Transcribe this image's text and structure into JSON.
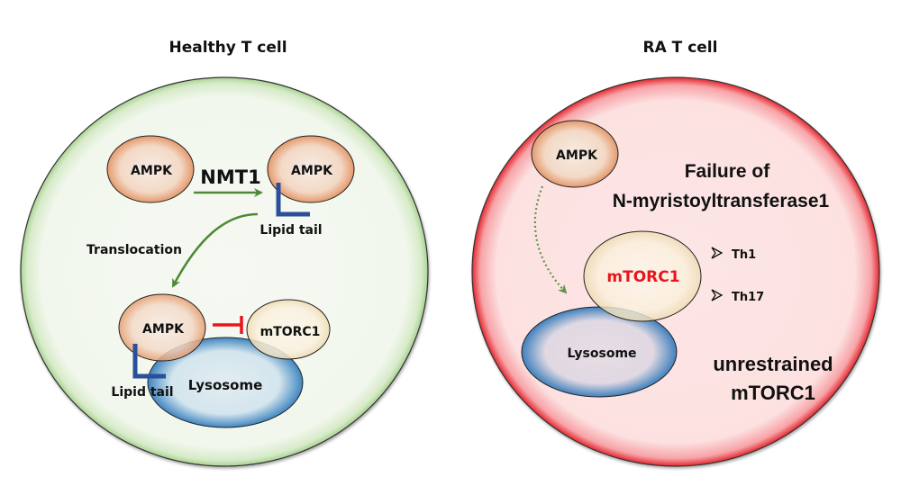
{
  "panels": {
    "healthy": {
      "title": "Healthy T cell",
      "ampk_free": "AMPK",
      "enzyme": "NMT1",
      "ampk_myristoylated": "AMPK",
      "lipid_tail_top": "Lipid tail",
      "translocation": "Translocation",
      "ampk_lysosomal": "AMPK",
      "mtorc1": "mTORC1",
      "lysosome": "Lysosome",
      "lipid_tail_bottom": "Lipid tail"
    },
    "ra": {
      "title": "RA T cell",
      "ampk": "AMPK",
      "failure_line1": "Failure of",
      "failure_line2": "N-myristoyltransferase1",
      "mtorc1": "mTORC1",
      "th1": "Th1",
      "th17": "Th17",
      "lysosome": "Lysosome",
      "unrestrained_line1": "unrestrained",
      "unrestrained_line2": "mTORC1"
    }
  },
  "colors": {
    "healthy_cell_fill": "#f3f8ef",
    "healthy_cell_border": "#9cc98a",
    "ra_cell_fill": "#fde3e3",
    "ra_cell_border": "#e8333a",
    "ampk_fill": "#f4dcc8",
    "ampk_border": "#d98a5a",
    "mtorc1_fill": "#fbf1de",
    "lysosome_fill": "#dbe8ee",
    "lysosome_border": "#3d7fb8",
    "lipid_tail": "#2b4f9a",
    "arrow_green": "#4d8a35",
    "inhibit_red": "#e8151e",
    "mtorc1_text_red": "#e8151e"
  }
}
